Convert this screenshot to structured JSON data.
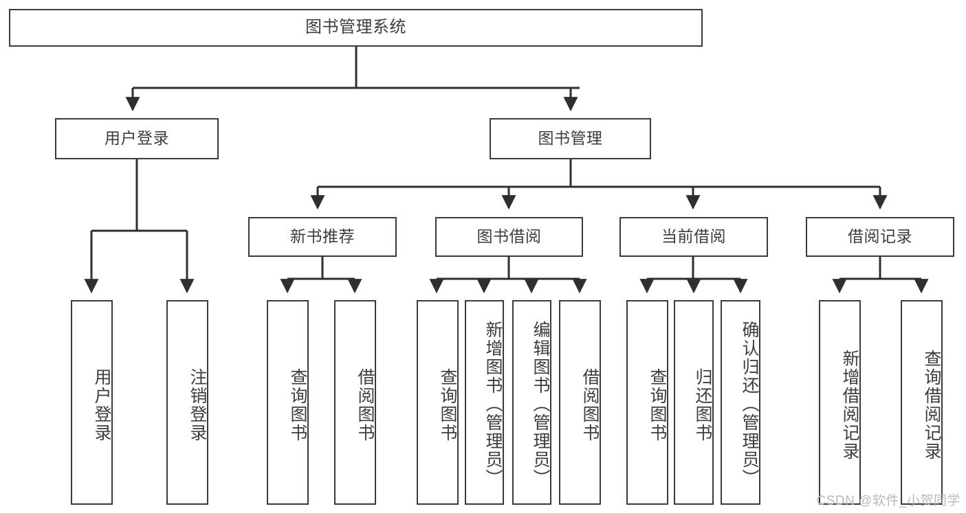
{
  "diagram": {
    "type": "tree-hierarchy-chart",
    "title": "图书管理系统",
    "stroke_color": "#3a3a3a",
    "text_color": "#3d3d3d",
    "background": "#ffffff",
    "watermark": "CSDN @软件_小贺同学",
    "levels": {
      "root": {
        "label": "图书管理系统"
      },
      "level1": [
        {
          "id": "user-login",
          "label": "用户登录"
        },
        {
          "id": "book-management",
          "label": "图书管理"
        }
      ],
      "level2": [
        {
          "id": "new-book-recommend",
          "label": "新书推荐",
          "parent": "book-management"
        },
        {
          "id": "book-borrow",
          "label": "图书借阅",
          "parent": "book-management"
        },
        {
          "id": "current-borrow",
          "label": "当前借阅",
          "parent": "book-management"
        },
        {
          "id": "borrow-record",
          "label": "借阅记录",
          "parent": "book-management"
        }
      ],
      "leaves": {
        "user-login": [
          {
            "id": "leaf-user-login",
            "label": "用户登录"
          },
          {
            "id": "leaf-logout-login",
            "label": "注销登录"
          }
        ],
        "new-book-recommend": [
          {
            "id": "leaf-query-book-1",
            "label": "查询图书"
          },
          {
            "id": "leaf-borrow-book-1",
            "label": "借阅图书"
          }
        ],
        "book-borrow": [
          {
            "id": "leaf-query-book-2",
            "label": "查询图书"
          },
          {
            "id": "leaf-add-book",
            "label": "新增图书（管理员）"
          },
          {
            "id": "leaf-edit-book",
            "label": "编辑图书（管理员）"
          },
          {
            "id": "leaf-borrow-book-2",
            "label": "借阅图书"
          }
        ],
        "current-borrow": [
          {
            "id": "leaf-query-book-3",
            "label": "查询图书"
          },
          {
            "id": "leaf-return-book",
            "label": "归还图书"
          },
          {
            "id": "leaf-confirm-return",
            "label": "确认归还（管理员）"
          }
        ],
        "borrow-record": [
          {
            "id": "leaf-add-record",
            "label": "新增借阅记录"
          },
          {
            "id": "leaf-query-record",
            "label": "查询借阅记录"
          }
        ]
      }
    }
  }
}
